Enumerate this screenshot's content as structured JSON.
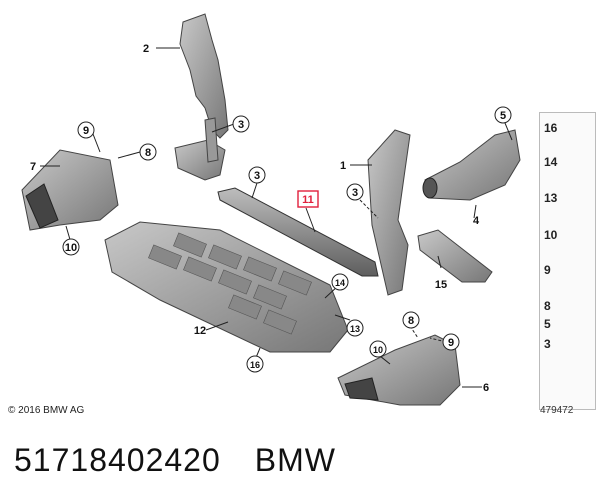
{
  "copyright": "© 2016 BMW AG",
  "illustration_id": "479472",
  "part_number": "51718402420",
  "brand": "BMW",
  "highlight_color": "#e0203c",
  "callouts": [
    "2",
    "3",
    "9",
    "8",
    "7",
    "10",
    "3",
    "11",
    "5",
    "1",
    "3",
    "4",
    "14",
    "12",
    "13",
    "15",
    "16",
    "8",
    "9",
    "10",
    "6"
  ],
  "sidebar_numbers": [
    "16",
    "14",
    "13",
    "10",
    "9",
    "8",
    "5",
    "3"
  ]
}
